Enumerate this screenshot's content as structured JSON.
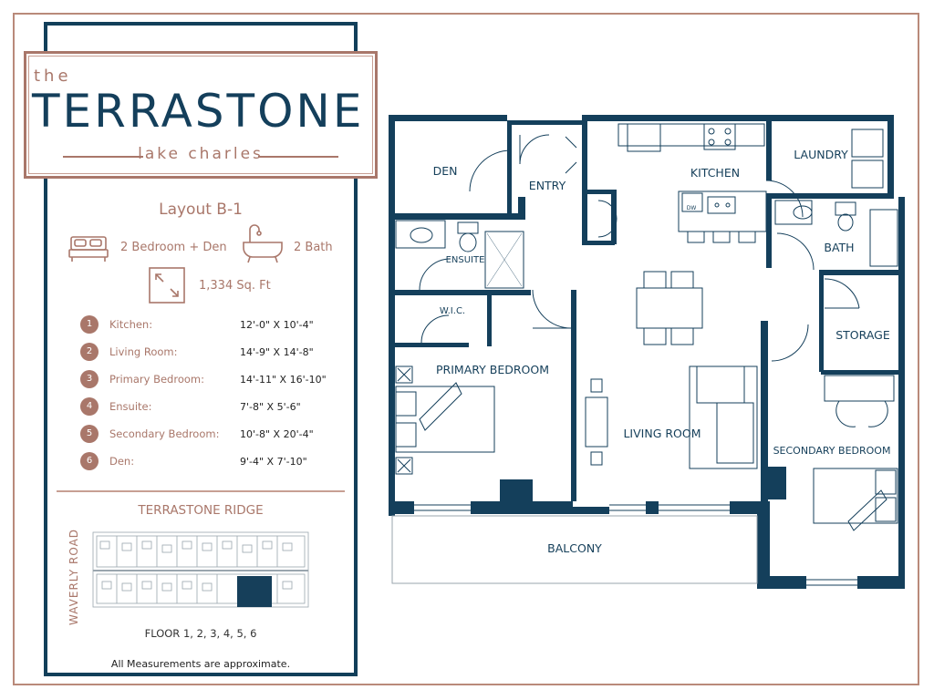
{
  "logo": {
    "prefix": "the",
    "name": "TERRASTONE",
    "location": "lake charles"
  },
  "layout": {
    "title": "Layout B-1",
    "bedrooms": "2 Bedroom + Den",
    "baths": "2 Bath",
    "area": "1,334 Sq. Ft"
  },
  "rooms": [
    {
      "num": "1",
      "name": "Kitchen:",
      "dim": "12'-0\" X 10'-4\""
    },
    {
      "num": "2",
      "name": "Living Room:",
      "dim": "14'-9\" X 14'-8\""
    },
    {
      "num": "3",
      "name": "Primary Bedroom:",
      "dim": "14'-11\" X 16'-10\""
    },
    {
      "num": "4",
      "name": "Ensuite:",
      "dim": "7'-8\" X 5'-6\""
    },
    {
      "num": "5",
      "name": "Secondary Bedroom:",
      "dim": "10'-8\" X 20'-4\""
    },
    {
      "num": "6",
      "name": "Den:",
      "dim": "9'-4\" X 7'-10\""
    }
  ],
  "site": {
    "title": "TERRASTONE RIDGE",
    "road": "WAVERLY ROAD",
    "floors": "FLOOR 1, 2, 3, 4, 5, 6"
  },
  "note": "All Measurements are approximate.",
  "plan_labels": {
    "den": "DEN",
    "entry": "ENTRY",
    "kitchen": "KITCHEN",
    "laundry": "LAUNDRY",
    "ensuite": "ENSUITE",
    "bath": "BATH",
    "wic": "W.I.C.",
    "storage": "STORAGE",
    "primary": "PRIMARY BEDROOM",
    "living": "LIVING ROOM",
    "secondary": "SECONDARY BEDROOM",
    "balcony": "BALCONY",
    "dw": "DW"
  },
  "colors": {
    "navy": "#143f5b",
    "rose": "#a9776a"
  }
}
